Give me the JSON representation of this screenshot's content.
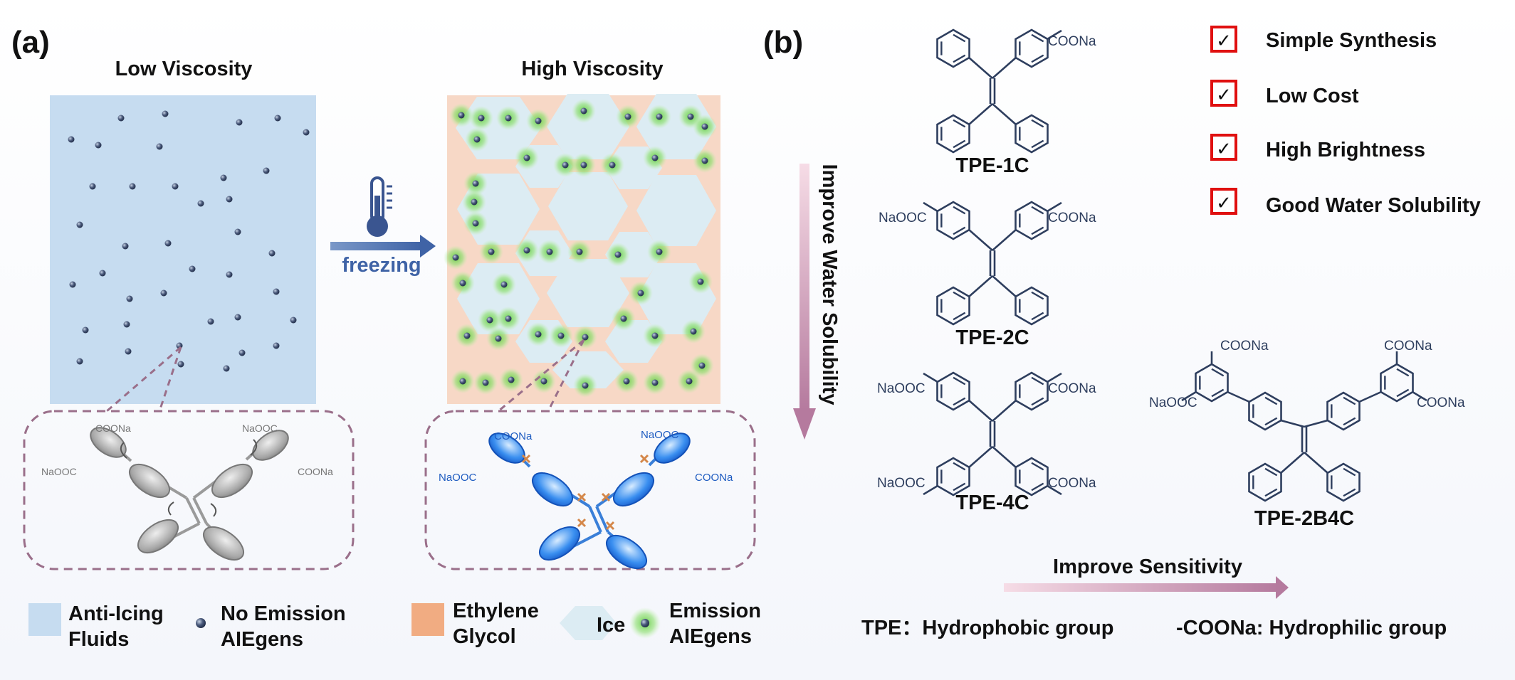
{
  "panel_a": {
    "label": "(a)",
    "low_viscosity_title": "Low Viscosity",
    "high_viscosity_title": "High Viscosity",
    "process_label": "freezing",
    "zoom_left": {
      "group_left": "NaOOC",
      "group_top": "COONa",
      "group_top_right": "NaOOC",
      "group_right": "COONa"
    },
    "zoom_right": {
      "group_left": "NaOOC",
      "group_top": "COONa",
      "group_top_right": "NaOOC",
      "group_right": "COONa"
    },
    "legend": {
      "anti_icing_line1": "Anti-Icing",
      "anti_icing_line2": "Fluids",
      "no_emission_line1": "No Emission",
      "no_emission_line2": "AIEgens",
      "glycol_line1": "Ethylene",
      "glycol_line2": "Glycol",
      "ice": "Ice",
      "emission_line1": "Emission",
      "emission_line2": "AIEgens"
    }
  },
  "panel_b": {
    "label": "(b)",
    "vertical_arrow_label": "Improve Water Solubility",
    "horizontal_arrow_label": "Improve Sensitivity",
    "molecules": {
      "tpe1c": {
        "name": "TPE-1C",
        "group": "COONa"
      },
      "tpe2c": {
        "name": "TPE-2C",
        "group_left": "NaOOC",
        "group_right": "COONa"
      },
      "tpe4c": {
        "name": "TPE-4C",
        "g1": "NaOOC",
        "g2": "COONa",
        "g3": "NaOOC",
        "g4": "COONa"
      },
      "tpe2b4c": {
        "name": "TPE-2B4C",
        "g1": "COONa",
        "g2": "COONa",
        "g3": "NaOOC",
        "g4": "COONa"
      }
    },
    "checklist": [
      "Simple Synthesis",
      "Low Cost",
      "High Brightness",
      "Good Water Solubility"
    ],
    "check_mark": "✓",
    "footnote_left": "TPE：Hydrophobic group",
    "footnote_right": "-COONa: Hydrophilic group"
  },
  "colors": {
    "fluid": "#c6dcf0",
    "glycol": "#f7d8c6",
    "ice": "#dcecf3",
    "emission": "#7ed957",
    "molecule_line": "#2e3e5e",
    "checkbox_red": "#e01010"
  }
}
